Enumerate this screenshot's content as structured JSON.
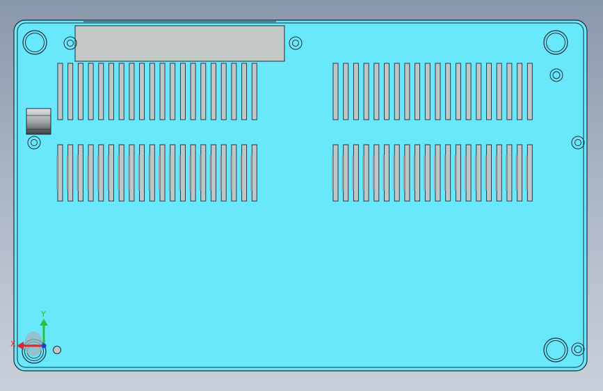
{
  "scene": {
    "background_top": "#8a98ac",
    "background_bottom": "#c9d0da",
    "part_fill": "#6ae8fb",
    "part_edge": "#1b2a3a",
    "vent_fill": "#bfc6c6",
    "connector_fill": "#c3cac6"
  },
  "vent_layout": {
    "left_bank": {
      "columns": 20,
      "rows": 2
    },
    "right_bank": {
      "columns": 20,
      "rows": 2
    }
  },
  "triad": {
    "x_label": "X",
    "y_label": "Y",
    "x_color": "#e3262d",
    "y_color": "#2bbf3a",
    "z_color": "#1d3fd6"
  }
}
